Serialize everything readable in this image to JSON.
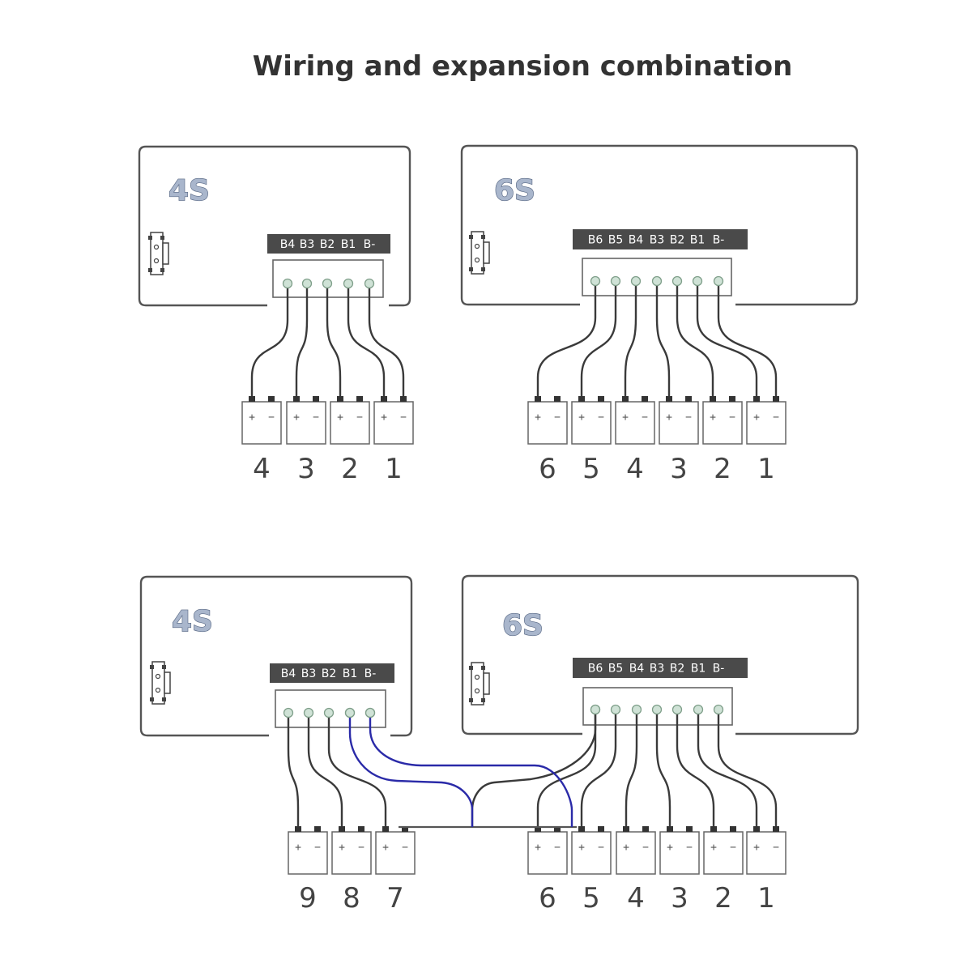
{
  "title": "Wiring and expansion combination",
  "colors": {
    "board": "#555555",
    "wire": "#3a3a3a",
    "blue_wire": "#2a2aa8",
    "label_bg": "#4a4a4a",
    "pin": "#cfe2d6",
    "model_text": "#a9b6cc"
  },
  "diagrams": [
    {
      "id": "top-4s",
      "model": "4S",
      "pin_labels": [
        "B4",
        "B3",
        "B2",
        "B1",
        "B-"
      ],
      "cell_signs": [
        "+",
        "−"
      ],
      "cells": [
        "4",
        "3",
        "2",
        "1"
      ]
    },
    {
      "id": "top-6s",
      "model": "6S",
      "pin_labels": [
        "B6",
        "B5",
        "B4",
        "B3",
        "B2",
        "B1",
        "B-"
      ],
      "cell_signs": [
        "+",
        "−"
      ],
      "cells": [
        "6",
        "5",
        "4",
        "3",
        "2",
        "1"
      ]
    },
    {
      "id": "bottom-4s",
      "model": "4S",
      "pin_labels": [
        "B4",
        "B3",
        "B2",
        "B1",
        "B-"
      ],
      "cell_signs": [
        "+",
        "−"
      ],
      "cells": [
        "9",
        "8",
        "7"
      ]
    },
    {
      "id": "bottom-6s",
      "model": "6S",
      "pin_labels": [
        "B6",
        "B5",
        "B4",
        "B3",
        "B2",
        "B1",
        "B-"
      ],
      "cell_signs": [
        "+",
        "−"
      ],
      "cells": [
        "6",
        "5",
        "4",
        "3",
        "2",
        "1"
      ]
    }
  ]
}
